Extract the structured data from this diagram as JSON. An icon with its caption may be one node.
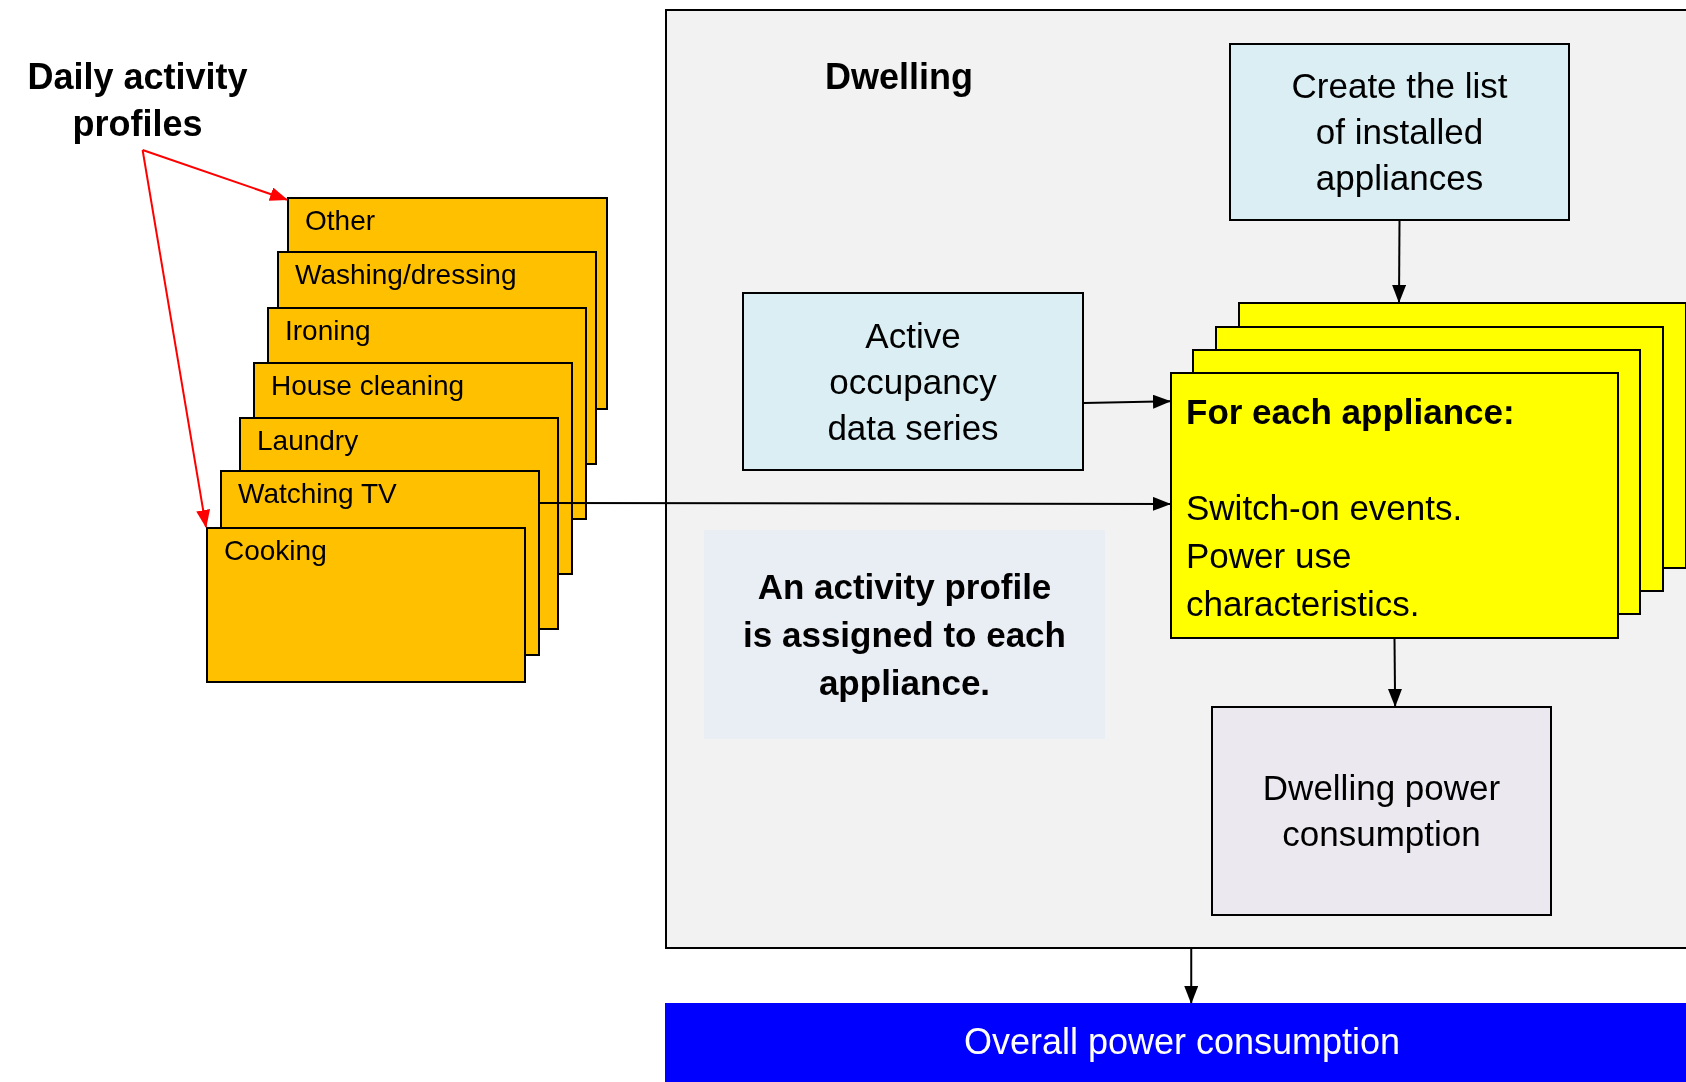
{
  "diagram": {
    "nodes": [
      {
        "text": [
          "Daily activity profiles"
        ]
      },
      {
        "text": [
          "Other"
        ]
      },
      {
        "text": [
          "Washing/dressing"
        ]
      },
      {
        "text": [
          "Ironing"
        ]
      },
      {
        "text": [
          "House cleaning"
        ]
      },
      {
        "text": [
          "Laundry"
        ]
      },
      {
        "text": [
          "Watching TV"
        ]
      },
      {
        "text": [
          "Cooking"
        ]
      },
      {
        "text": [
          "Dwelling"
        ]
      },
      {
        "text": [
          "Create the list of installed appliances"
        ],
        "in": 8
      },
      {
        "text": [
          "Active occupancy data series"
        ],
        "in": 8
      },
      {
        "text": [],
        "shape": "box",
        "in": 8
      },
      {
        "text": [],
        "shape": "box",
        "in": 8
      },
      {
        "text": [],
        "shape": "box",
        "in": 8
      },
      {
        "text": [
          "For each appliance:",
          "Switch-on events.",
          "Power use characteristics."
        ],
        "in": 8
      },
      {
        "text": [
          "An activity profile is assigned to each appliance."
        ],
        "in": 8
      },
      {
        "text": [
          "Dwelling power consumption"
        ],
        "in": 8
      },
      {
        "text": [
          "Overall power consumption"
        ]
      }
    ],
    "edges": [
      {
        "from": 0,
        "to": 1,
        "arrow": "to",
        "color": "#ff0000"
      },
      {
        "from": 0,
        "to": 7,
        "arrow": "to",
        "color": "#ff0000"
      },
      {
        "from": 9,
        "to": 11,
        "arrow": "to"
      },
      {
        "from": 10,
        "to": 14,
        "arrow": "to"
      },
      {
        "from": 6,
        "to": 14,
        "arrow": "to"
      },
      {
        "from": 14,
        "to": 16,
        "arrow": "to"
      },
      {
        "from": 8,
        "to": 17,
        "arrow": "to"
      }
    ]
  }
}
